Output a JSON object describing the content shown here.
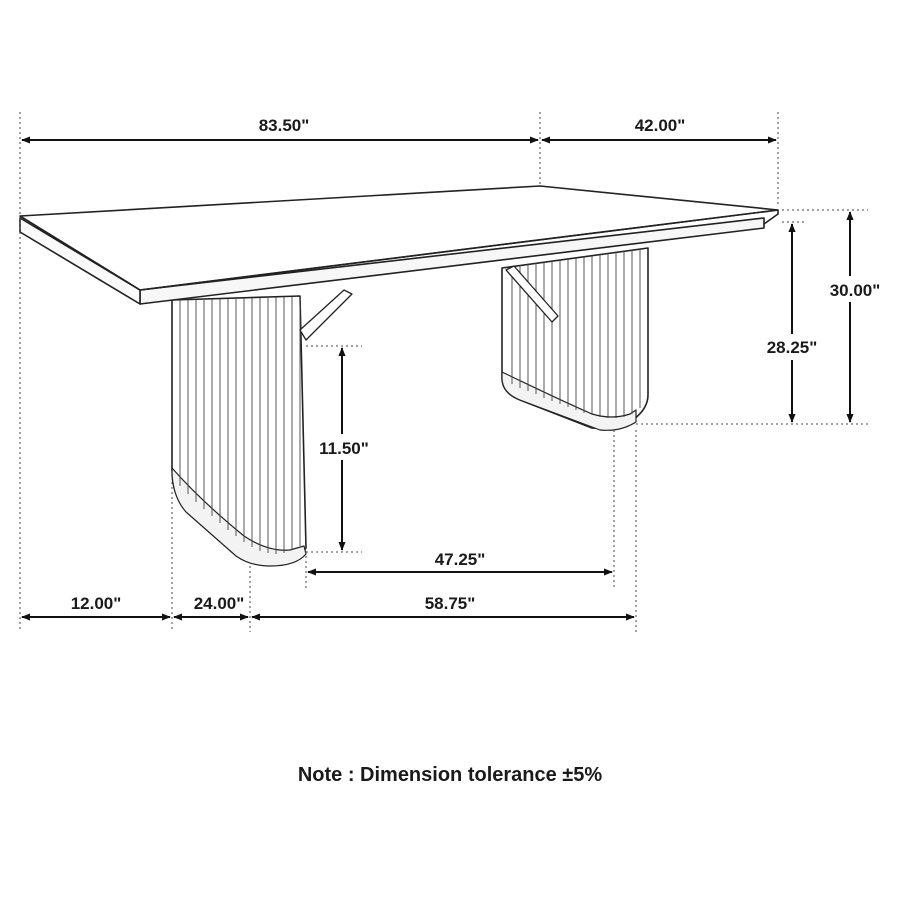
{
  "dimensions": {
    "overall_length": "83.50\"",
    "depth": "42.00\"",
    "overall_height": "30.00\"",
    "apron_height": "28.25\"",
    "pedestal_gap_height": "11.50\"",
    "pedestal_span": "47.25\"",
    "overhang": "12.00\"",
    "pedestal_width": "24.00\"",
    "base_length": "58.75\""
  },
  "note": "Note : Dimension tolerance ±5%"
}
